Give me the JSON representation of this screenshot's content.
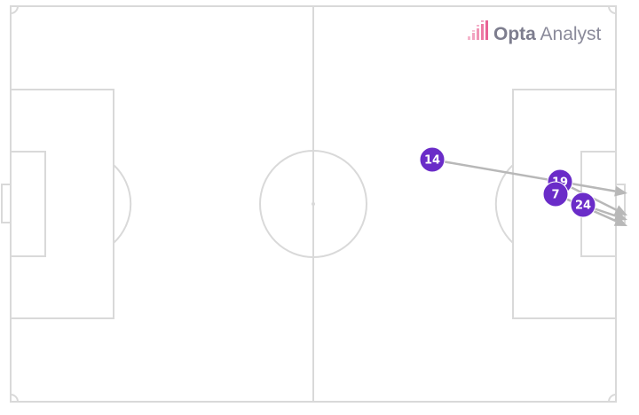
{
  "brand": {
    "name_strong": "Opta",
    "name_light": " Analyst",
    "icon": "opta-bars-logo",
    "logo_color": "#e85a8f"
  },
  "pitch": {
    "line_color": "#d9d9d9",
    "background": "#ffffff"
  },
  "shot_color": "#6a2cc8",
  "arrow_color": "#b8b8b8",
  "shots": [
    {
      "number": "14",
      "direction": "toward goal, near post side"
    },
    {
      "number": "19",
      "direction": "toward goal"
    },
    {
      "number": "7",
      "direction": "toward goal"
    },
    {
      "number": "24",
      "direction": "toward goal"
    }
  ]
}
